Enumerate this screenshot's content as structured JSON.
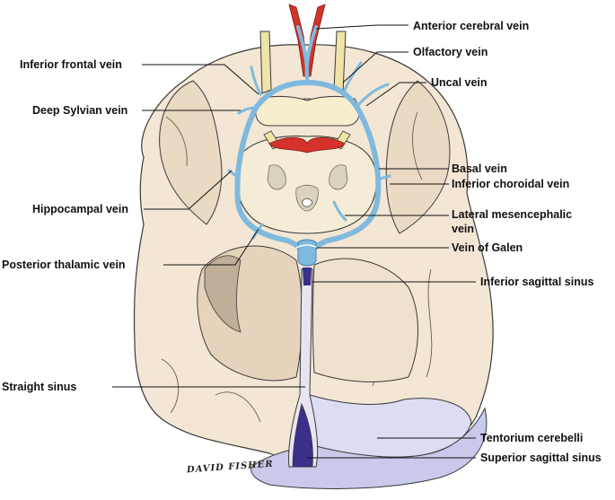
{
  "colors": {
    "brain": "#f3e6d4",
    "brain_shade": "#e2cfb8",
    "outline": "#3a3a3a",
    "vein": "#7fb9de",
    "vein_dark": "#3f7fb0",
    "artery": "#d4322a",
    "nerve": "#efe3a6",
    "tentorium": "#c9c9ec",
    "sinus": "#3a2f8a"
  },
  "labels": {
    "anterior_cerebral_vein": "Anterior cerebral vein",
    "olfactory_vein": "Olfactory vein",
    "uncal_vein": "Uncal vein",
    "basal_vein": "Basal vein",
    "inferior_choroidal_vein": "Inferior choroidal vein",
    "lateral_mesencephalic_vein": "Lateral mesencephalic",
    "lateral_mesencephalic_vein_2": "vein",
    "vein_of_galen": "Vein of Galen",
    "inferior_sagittal_sinus": "Inferior sagittal sinus",
    "tentorium_cerebelli": "Tentorium cerebelli",
    "superior_sagittal_sinus": "Superior sagittal sinus",
    "inferior_frontal_vein": "Inferior frontal vein",
    "deep_sylvian_vein": "Deep Sylvian vein",
    "hippocampal_vein": "Hippocampal vein",
    "posterior_thalamic_vein": "Posterior thalamic vein",
    "straight_sinus": "Straight sinus"
  },
  "signature": "DAVID FISHER"
}
